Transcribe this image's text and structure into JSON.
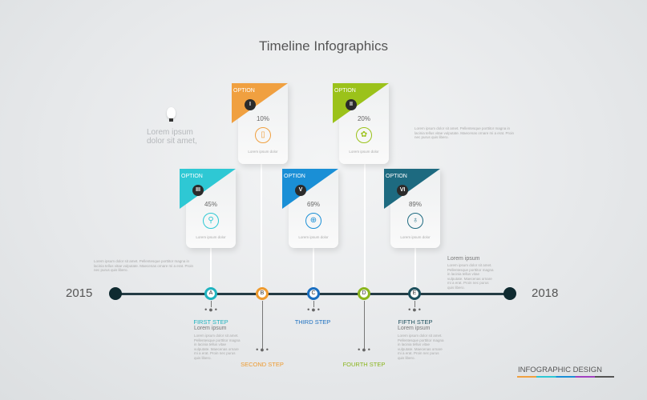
{
  "title": "Timeline Infographics",
  "years": {
    "start": "2015",
    "end": "2018"
  },
  "side_note": {
    "text1": "Lorem ipsum",
    "text2": "dolor sit amet,",
    "icon": "lightbulb-icon"
  },
  "cards": [
    {
      "option": "OPTION",
      "numeral": "I",
      "percent": "10%",
      "caption": "Lorem ipsum dolor",
      "color": "#f0a040",
      "icon": "mobile-phone-icon"
    },
    {
      "option": "OPTION",
      "numeral": "II",
      "percent": "20%",
      "caption": "Lorem ipsum dolor",
      "color": "#9bc21a",
      "icon": "gear-icon"
    },
    {
      "option": "OPTION",
      "numeral": "III",
      "percent": "45%",
      "caption": "Lorem ipsum dolor",
      "color": "#2ec8d4",
      "icon": "magnifier-icon"
    },
    {
      "option": "OPTION",
      "numeral": "V",
      "percent": "69%",
      "caption": "Lorem ipsum dolor",
      "color": "#1a8fd6",
      "icon": "globe-icon"
    },
    {
      "option": "OPTION",
      "numeral": "VI",
      "percent": "89%",
      "caption": "Lorem ipsum dolor",
      "color": "#1d6a80",
      "icon": "lightbulb-icon"
    }
  ],
  "nodes": [
    {
      "letter": "A",
      "color": "#1fb3bf"
    },
    {
      "letter": "B",
      "color": "#ee9a2e"
    },
    {
      "letter": "C",
      "color": "#1a6fc0"
    },
    {
      "letter": "D",
      "color": "#8ab51d"
    },
    {
      "letter": "E",
      "color": "#1c4f5c"
    }
  ],
  "steps": {
    "first": {
      "label": "FIRST STEP",
      "sub": "Lorem ipsum",
      "color": "#1fb3bf"
    },
    "second": {
      "label": "SECOND STEP",
      "color": "#ee9a2e"
    },
    "third": {
      "label": "THIRD STEP",
      "color": "#1a6fc0"
    },
    "fourth": {
      "label": "FOURTH STEP",
      "color": "#8ab51d"
    },
    "fifth": {
      "label": "FIFTH STEP",
      "sub": "Lorem ipsum",
      "color": "#1c4f5c"
    }
  },
  "right_note": {
    "title": "Lorem ipsum"
  },
  "filler": "Lorem ipsum dolor sit amet. Pellentesque porttitor magna in lacinia tellus vitae vulputate. Maecenas ornare mi a erat. Proin nec purus quis libero.",
  "footer": "INFOGRAPHIC DESIGN"
}
